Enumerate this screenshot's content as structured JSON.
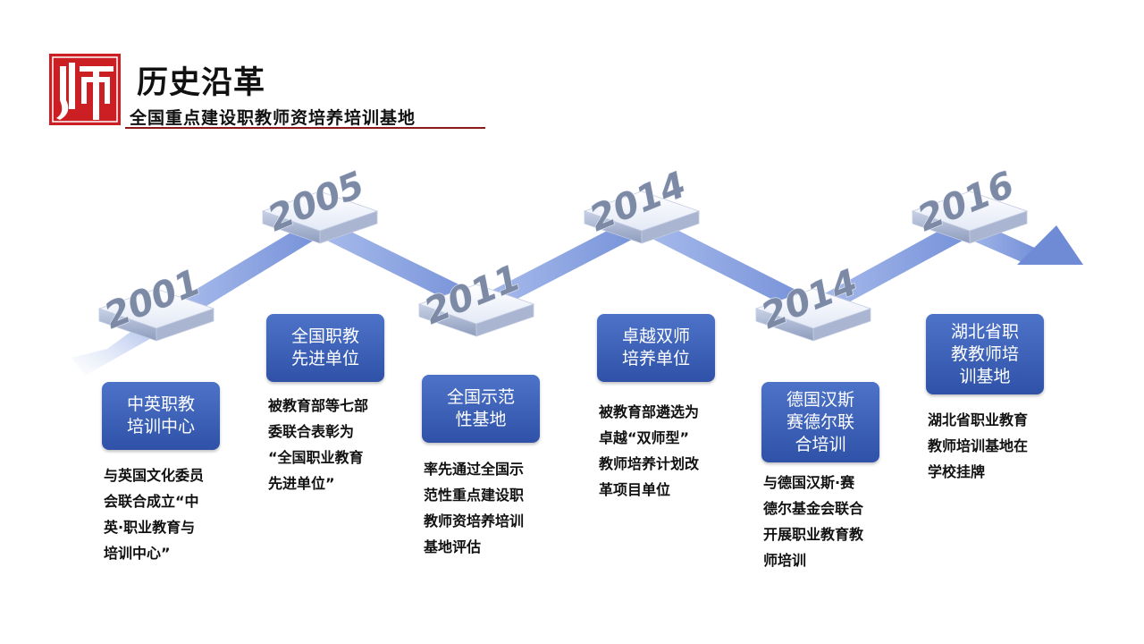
{
  "header": {
    "logo_icon": "shi-character-logo-icon",
    "title": "历史沿革",
    "subtitle": "全国重点建设职教师资培养培训基地",
    "colors": {
      "brand_red": "#cc1f24",
      "underline": "#8b1a1a"
    }
  },
  "timeline": {
    "colors": {
      "path": "#8aa2de",
      "label_bg": "#3a5fb6",
      "platform": "#f3f6fc"
    },
    "milestones": [
      {
        "year": "2001",
        "label": "中英职教\n培训中心",
        "description": "与英国文化委员\n会联合成立“中\n英·职业教育与\n培训中心”"
      },
      {
        "year": "2005",
        "label": "全国职教\n先进单位",
        "description": "被教育部等七部\n委联合表彰为\n“全国职业教育\n先进单位”"
      },
      {
        "year": "2011",
        "label": "全国示范\n性基地",
        "description": "率先通过全国示\n范性重点建设职\n教师资培养培训\n基地评估"
      },
      {
        "year": "2014",
        "label": "卓越双师\n培养单位",
        "description": "被教育部遴选为\n卓越“双师型”\n教师培养计划改\n革项目单位"
      },
      {
        "year": "2014",
        "label": "德国汉斯\n赛德尔联\n合培训",
        "description": "与德国汉斯·赛\n德尔基金会联合\n开展职业教育教\n师培训"
      },
      {
        "year": "2016",
        "label": "湖北省职\n教教师培\n训基地",
        "description": "湖北省职业教育\n教师培训基地在\n学校挂牌"
      }
    ]
  }
}
